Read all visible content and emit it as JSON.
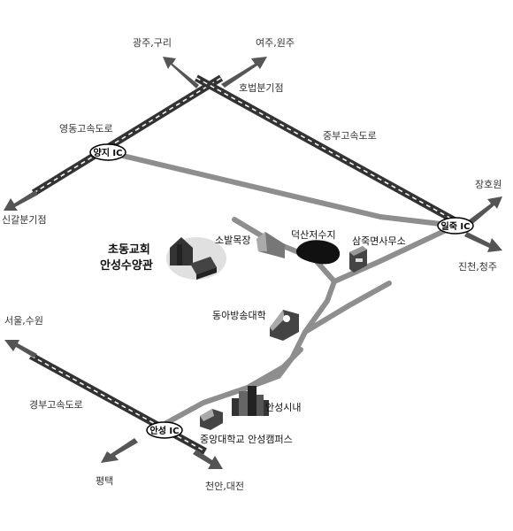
{
  "map": {
    "directions": {
      "gwangju_guri": "광주,구리",
      "yeoju_wonju": "여주,원주",
      "singal_junction": "신갈분기점",
      "janghowon": "장호원",
      "jincheon_cheongju": "진천,청주",
      "seoul_suwon": "서울,수원",
      "pyeongtaek": "평택",
      "cheonan_daejeon": "천안,대전"
    },
    "junctions": {
      "hobeop": "호법분기점"
    },
    "highways": {
      "yeongdong": "영동고속도로",
      "jungbu": "중부고속도로",
      "gyeongbu": "경부고속도로"
    },
    "interchanges": {
      "yangji": "양지 IC",
      "iljuk": "일죽 IC",
      "anseong": "안성 IC"
    },
    "landmarks": {
      "chodong_church": "초동교회",
      "anseong_retreat": "안성수양관",
      "sobal_ranch": "소발목장",
      "deoksan_reservoir": "덕산저수지",
      "samjuk_office": "삼죽면사무소",
      "dongah_college": "동아방송대학",
      "anseong_downtown": "안성시내",
      "chungang_univ": "중앙대학교 안성캠퍼스"
    }
  }
}
